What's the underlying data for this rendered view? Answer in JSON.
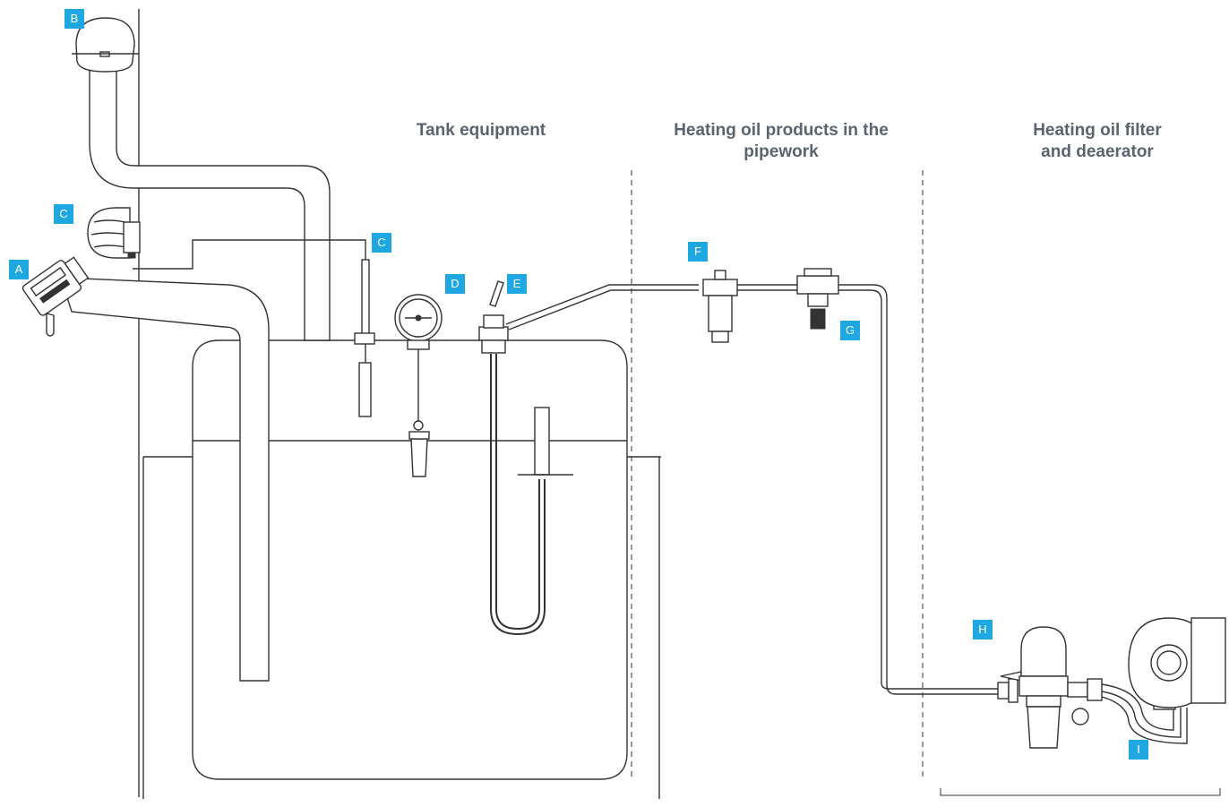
{
  "sections": {
    "tank_equipment": "Tank equipment",
    "pipework_line1": "Heating oil products in the",
    "pipework_line2": "pipework",
    "filter_line1": "Heating oil filter",
    "filter_line2": "and deaerator"
  },
  "labels": {
    "a": "A",
    "b": "B",
    "c_vent": "C",
    "c_tank": "C",
    "d": "D",
    "e": "E",
    "f": "F",
    "g": "G",
    "h": "H",
    "i": "I"
  },
  "colors": {
    "badge": "#1ea7e1",
    "title": "#5a6470",
    "line": "#333333"
  }
}
